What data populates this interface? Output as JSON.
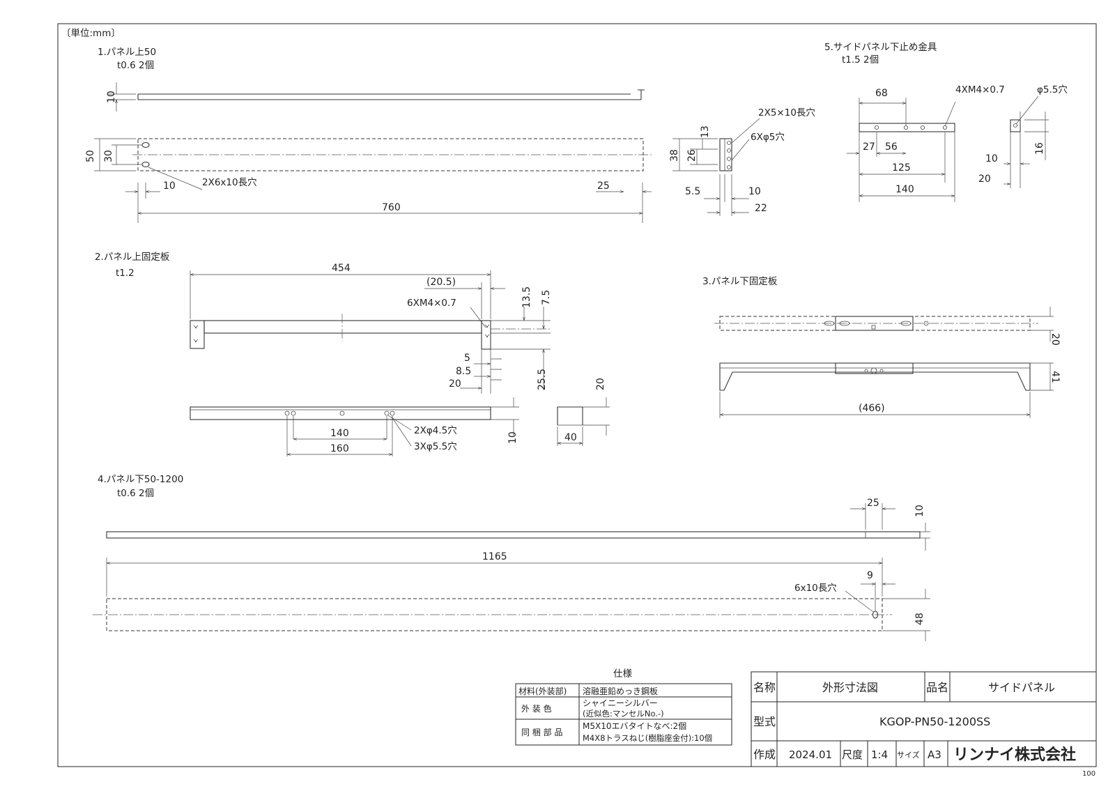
{
  "drawing": {
    "unit_note": "〔単位:mm〕",
    "page_corner": "100"
  },
  "parts": {
    "p1": {
      "title": "1.パネル上50",
      "spec": "t0.6 2個",
      "dims": {
        "t10": "10",
        "h50": "50",
        "h30": "30",
        "d10": "10",
        "d25": "25",
        "len": "760"
      },
      "note_slot": "2X6x10長穴"
    },
    "p5": {
      "title": "5.サイドパネル下止め金具",
      "spec": "t1.5 2個",
      "dims": {
        "d68": "68",
        "d27": "27",
        "d56": "56",
        "d125": "125",
        "d140": "140",
        "d16": "16",
        "d10": "10",
        "d20": "20"
      },
      "note_tap": "4XM4×0.7",
      "note_hole": "φ5.5穴"
    },
    "bracket": {
      "dims": {
        "d13": "13",
        "d38": "38",
        "d26": "26",
        "d55": "5.5",
        "d10": "10",
        "d22": "22"
      },
      "note_slot": "2X5×10長穴",
      "note_hole": "6Xφ5穴"
    },
    "p2": {
      "title": "2.パネル上固定板",
      "spec": "t1.2",
      "dims": {
        "d454": "454",
        "d205": "(20.5)",
        "d135": "13.5",
        "d75": "7.5",
        "d5": "5",
        "d85": "8.5",
        "d20": "20",
        "d255": "25.5",
        "d140": "140",
        "d160": "160",
        "d10": "10",
        "d40": "40",
        "d20b": "20"
      },
      "note_tap": "6XM4×0.7",
      "note_hole1": "2Xφ4.5穴",
      "note_hole2": "3Xφ5.5穴"
    },
    "p3": {
      "title": "3.パネル下固定板",
      "dims": {
        "d20": "20",
        "d41": "41",
        "d466": "(466)"
      }
    },
    "p4": {
      "title": "4.パネル下50-1200",
      "spec": "t0.6 2個",
      "dims": {
        "d25": "25",
        "d10": "10",
        "d1165": "1165",
        "d9": "9",
        "d48": "48"
      },
      "note_slot": "6x10長穴"
    }
  },
  "spec_table": {
    "heading": "仕様",
    "rows": [
      {
        "label": "材料(外装部)",
        "line1": "溶融亜鉛めっき鋼板",
        "line2": ""
      },
      {
        "label": "外 装 色",
        "line1": "シャイニーシルバー",
        "line2": "(近似色:マンセルNo.-)"
      },
      {
        "label": "同 梱 部 品",
        "line1": "M5X10エバタイトなべ:2個",
        "line2": "M4X8トラスねじ(樹脂座金付):10個"
      }
    ]
  },
  "title_block": {
    "name_label": "名称",
    "name_value": "外形寸法図",
    "product_label": "品名",
    "product_value": "サイドパネル",
    "model_label": "型式",
    "model_value": "KGOP-PN50-1200SS",
    "made_label": "作成",
    "made_value": "2024.01",
    "scale_label": "尺度",
    "scale_value": "1:4",
    "size_label": "サイズ",
    "size_value": "A3",
    "company": "リンナイ株式会社"
  }
}
